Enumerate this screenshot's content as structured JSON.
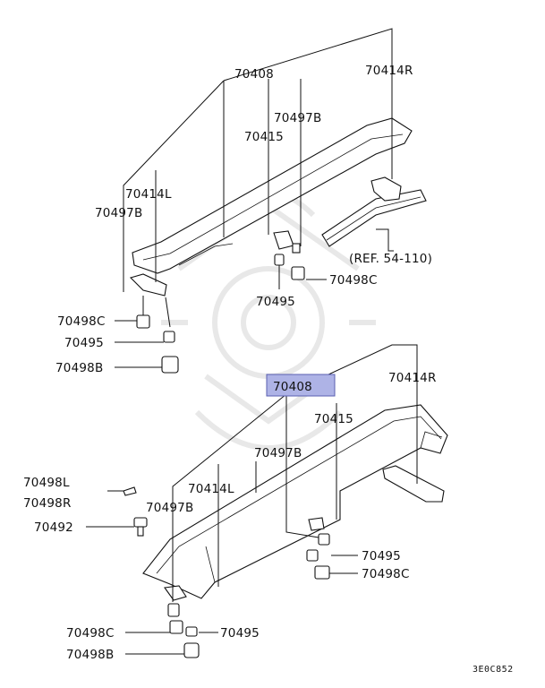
{
  "labels": {
    "upper": {
      "p70408": "70408",
      "p70414r": "70414R",
      "p70497b_r": "70497B",
      "p70415": "70415",
      "p70414l": "70414L",
      "p70497b_l": "70497B",
      "ref": "(REF. 54-110)",
      "p70498c_r": "70498C",
      "p70495_r": "70495",
      "p70498c_l": "70498C",
      "p70495_l": "70495",
      "p70498b": "70498B"
    },
    "lower": {
      "p70408_highlight": "70408",
      "p70414r": "70414R",
      "p70415": "70415",
      "p70497b_r": "70497B",
      "p70414l": "70414L",
      "p70498l": "70498L",
      "p70498r": "70498R",
      "p70497b_l": "70497B",
      "p70492": "70492",
      "p70495_r": "70495",
      "p70498c_r": "70498C",
      "p70498c_l": "70498C",
      "p70495_l": "70495",
      "p70498b": "70498B"
    },
    "diagram_code": "3E0C852"
  },
  "colors": {
    "highlight": "#aeb3e6",
    "line": "#111111",
    "watermark": "#e6e6e6"
  }
}
